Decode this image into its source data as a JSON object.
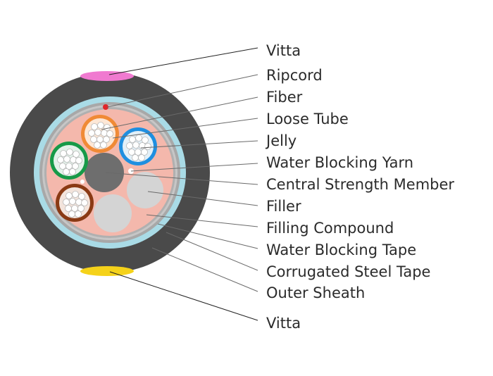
{
  "labels": {
    "vitta_top": "Vitta",
    "ripcord": "Ripcord",
    "fiber": "Fiber",
    "loose_tube": "Loose Tube",
    "jelly": "Jelly",
    "water_blocking_yarn": "Water Blocking Yarn",
    "central_strength_member": "Central Strength Member",
    "filler": "Filler",
    "filling_compound": "Filling Compound",
    "water_blocking_tape": "Water Blocking Tape",
    "corrugated_steel_tape": "Corrugated Steel Tape",
    "outer_sheath": "Outer Sheath",
    "vitta_bottom": "Vitta"
  },
  "colors": {
    "outer_sheath": "#4a4a4a",
    "vitta_top": "#f07ad0",
    "vitta_bottom": "#f5d21a",
    "water_blocking_tape": "#a9dbe6",
    "corrugated_steel_tape": "#a8a8a8",
    "filling_compound": "#f4b8ac",
    "central_strength_member": "#6e6e6e",
    "filler": "#d4d4d4",
    "ripcord": "#e0262a",
    "loose_tube_orange": "#f08a36",
    "loose_tube_blue": "#1f8fe0",
    "loose_tube_green": "#179a48",
    "loose_tube_brown": "#8a3a14",
    "jelly": "#ffffff"
  }
}
